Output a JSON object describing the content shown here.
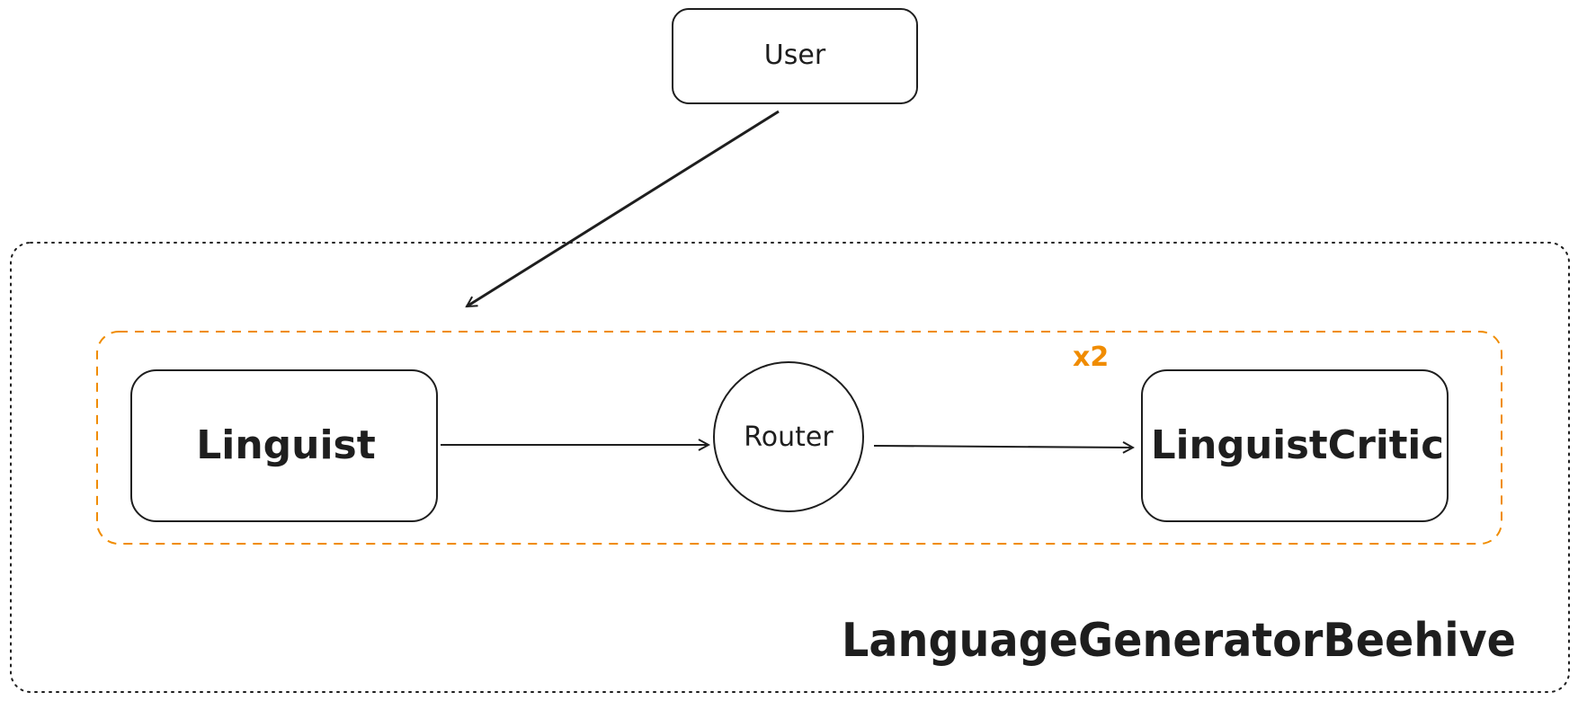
{
  "nodes": {
    "user": {
      "label": "User"
    },
    "linguist": {
      "label": "Linguist"
    },
    "router": {
      "label": "Router"
    },
    "critic": {
      "label": "LinguistCritic"
    }
  },
  "loop_group": {
    "repeat_label": "x2",
    "color": "#f08c00"
  },
  "container": {
    "label": "LanguageGeneratorBeehive"
  },
  "edges": [
    {
      "from": "User",
      "to": "LanguageGeneratorBeehive"
    },
    {
      "from": "Linguist",
      "to": "Router"
    },
    {
      "from": "Router",
      "to": "LinguistCritic"
    }
  ],
  "colors": {
    "stroke": "#1e1e1e",
    "accent": "#f08c00",
    "background": "#ffffff"
  }
}
